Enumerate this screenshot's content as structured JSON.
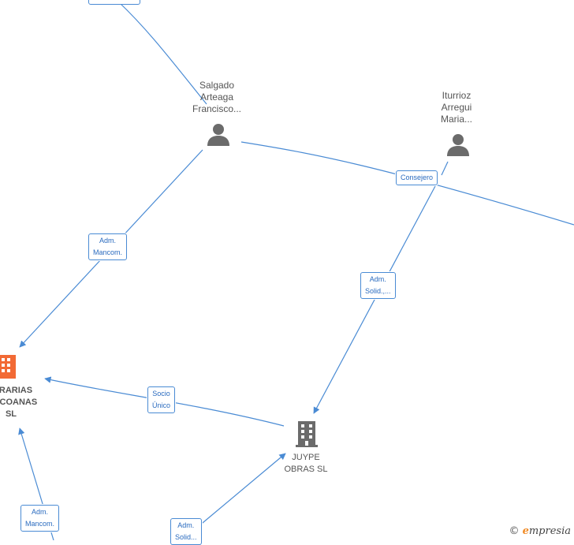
{
  "nodes": {
    "salgado": {
      "lines": [
        "Salgado",
        "Arteaga",
        "Francisco..."
      ]
    },
    "iturrioz": {
      "lines": [
        "Iturrioz",
        "Arregui",
        "Maria..."
      ]
    },
    "juype": {
      "lines": [
        "JUYPE",
        "OBRAS SL"
      ]
    },
    "left_company": {
      "lines": [
        "RARIAS",
        "ZCOANAS",
        "SL"
      ]
    }
  },
  "edges": {
    "consejero": [
      "Consejero"
    ],
    "adm_mancom_1": [
      "Adm.",
      "Mancom."
    ],
    "adm_solid_1": [
      "Adm.",
      "Solid.,..."
    ],
    "socio_unico": [
      "Socio",
      "Único"
    ],
    "adm_mancom_2": [
      "Adm.",
      "Mancom."
    ],
    "adm_solid_2": [
      "Adm.",
      "Solid..."
    ]
  },
  "watermark": {
    "symbol": "©",
    "brand_initial": "e",
    "brand_rest": "mpresia"
  },
  "colors": {
    "edge": "#4a8bd4",
    "person_icon": "#6b6b6b",
    "company_icon": "#6b6b6b",
    "company_highlight": "#f26a35"
  }
}
